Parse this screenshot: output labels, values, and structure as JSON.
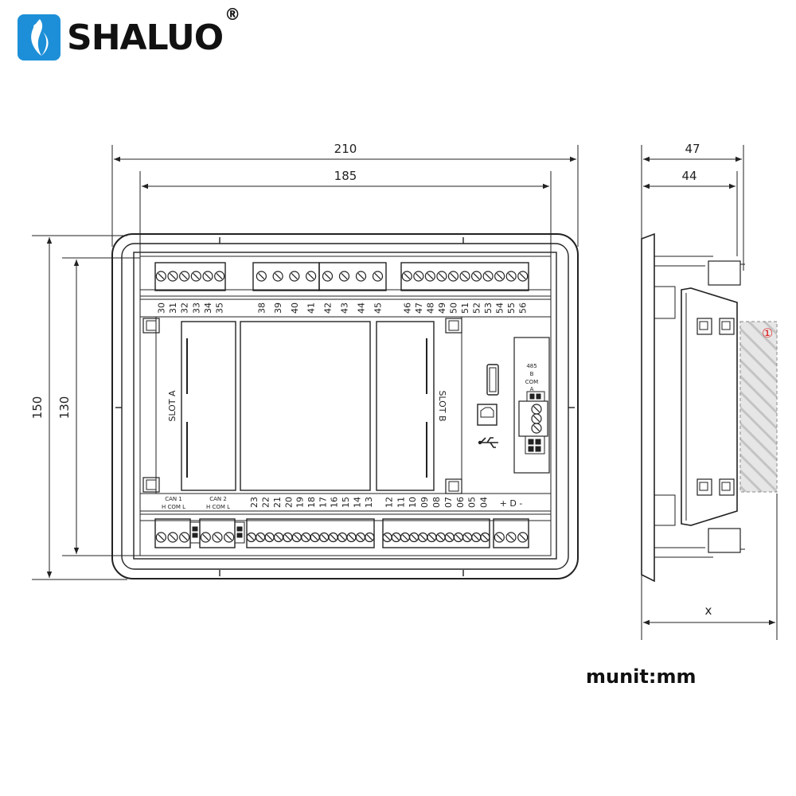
{
  "brand": {
    "name": "SHALUO",
    "reg": "®"
  },
  "dimensions": {
    "width_outer": "210",
    "width_inner": "185",
    "height_outer": "150",
    "height_inner": "130",
    "depth_outer": "47",
    "depth_inner": "44",
    "depth_extra": "x"
  },
  "labels": {
    "slot_a": "SLOT A",
    "slot_b": "SLOT B",
    "can1": "CAN 1",
    "can2": "CAN 2",
    "can_pins": "H  COM  L",
    "rs485": "485",
    "rs485_b": "B",
    "rs485_com": "COM",
    "rs485_a": "A",
    "dplus": "+  D  -",
    "callout": "①"
  },
  "terminals": {
    "top_g1": [
      "30",
      "31",
      "32",
      "33",
      "34",
      "35"
    ],
    "top_g2": [
      "38",
      "39",
      "40",
      "41"
    ],
    "top_g3": [
      "42",
      "43",
      "44",
      "45"
    ],
    "top_g4": [
      "46",
      "47",
      "48",
      "49",
      "50",
      "51",
      "52",
      "53",
      "54",
      "55",
      "56"
    ],
    "bot_g1": [
      "23",
      "22",
      "21",
      "20",
      "19",
      "18",
      "17",
      "16",
      "15",
      "14",
      "13"
    ],
    "bot_g2": [
      "12",
      "11",
      "10",
      "09",
      "08",
      "07",
      "06",
      "05",
      "04"
    ]
  },
  "unit_text": "munit:mm"
}
